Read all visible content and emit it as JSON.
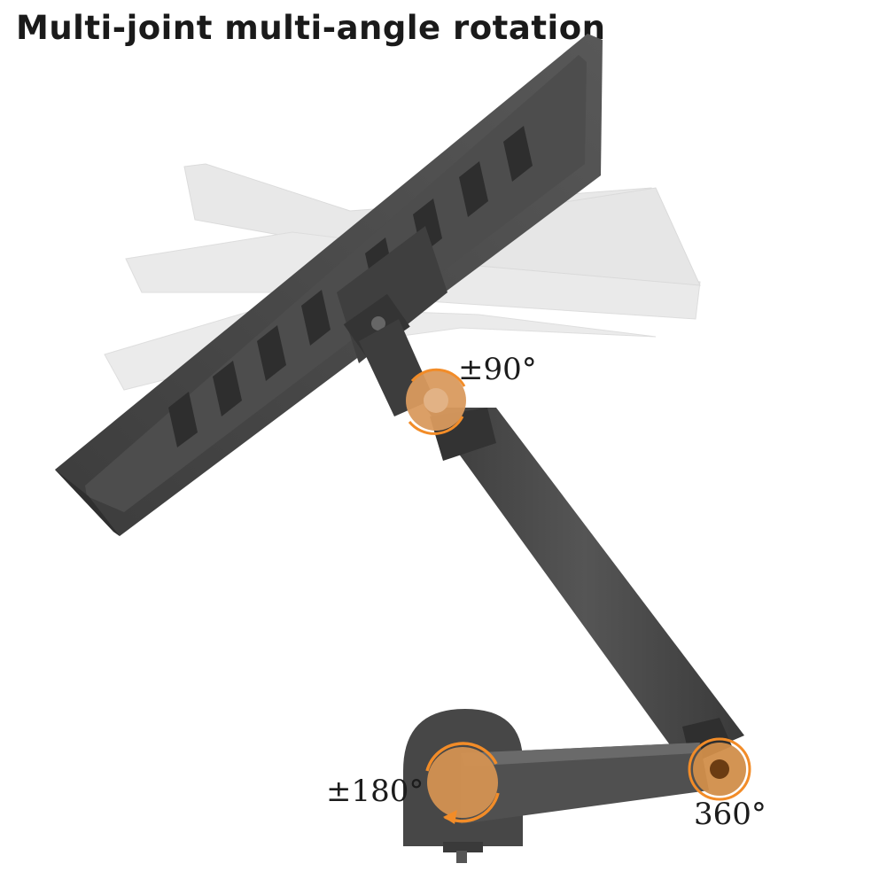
{
  "title": "Multi-joint multi-angle rotation",
  "joints": {
    "tilt": {
      "label": "±90°"
    },
    "swivel": {
      "label": "±180°"
    },
    "base": {
      "label": "360°"
    }
  },
  "colors": {
    "accent": "#f28c28",
    "joint_fill": "#d99a5e",
    "metal": "#4a4a4a",
    "ghost": "#d9d9d9"
  }
}
